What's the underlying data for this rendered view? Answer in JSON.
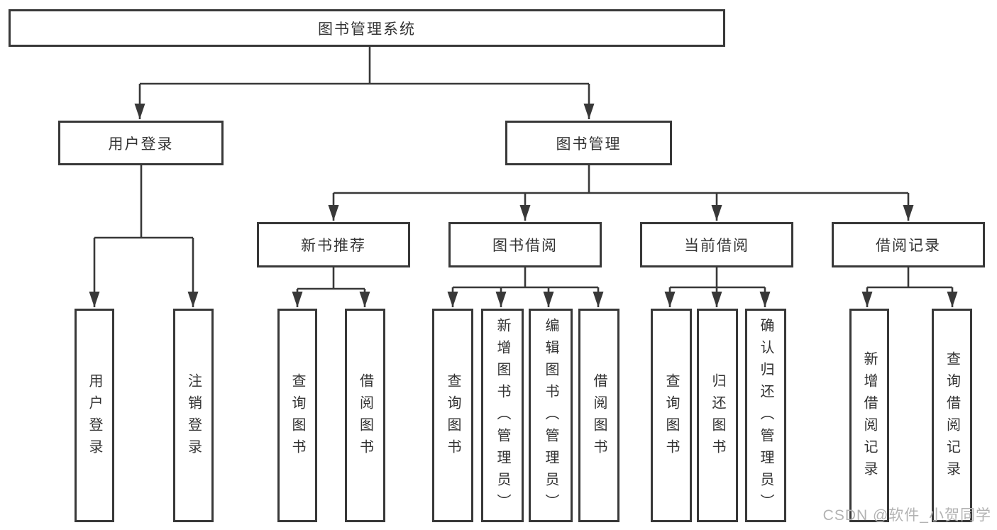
{
  "colors": {
    "line": "#383838",
    "text": "#333333",
    "watermark": "#b3b3b3",
    "background": "#ffffff"
  },
  "watermark": {
    "text": "CSDN @软件_小贺同学"
  },
  "diagram": {
    "root": {
      "label": "图书管理系统"
    },
    "level2": [
      {
        "label": "用户登录"
      },
      {
        "label": "图书管理"
      }
    ],
    "login_children": [
      {
        "label": "用户登录"
      },
      {
        "label": "注销登录"
      }
    ],
    "level3": [
      {
        "label": "新书推荐"
      },
      {
        "label": "图书借阅"
      },
      {
        "label": "当前借阅"
      },
      {
        "label": "借阅记录"
      }
    ],
    "new_book_children": [
      {
        "label": "查询图书"
      },
      {
        "label": "借阅图书"
      }
    ],
    "book_borrow_children": [
      {
        "label": "查询图书"
      },
      {
        "label": "新增图书（管理员）"
      },
      {
        "label": "编辑图书（管理员）"
      },
      {
        "label": "借阅图书"
      }
    ],
    "current_borrow_children": [
      {
        "label": "查询图书"
      },
      {
        "label": "归还图书"
      },
      {
        "label": "确认归还（管理员）"
      }
    ],
    "record_children": [
      {
        "label": "新增借阅记录"
      },
      {
        "label": "查询借阅记录"
      }
    ]
  }
}
